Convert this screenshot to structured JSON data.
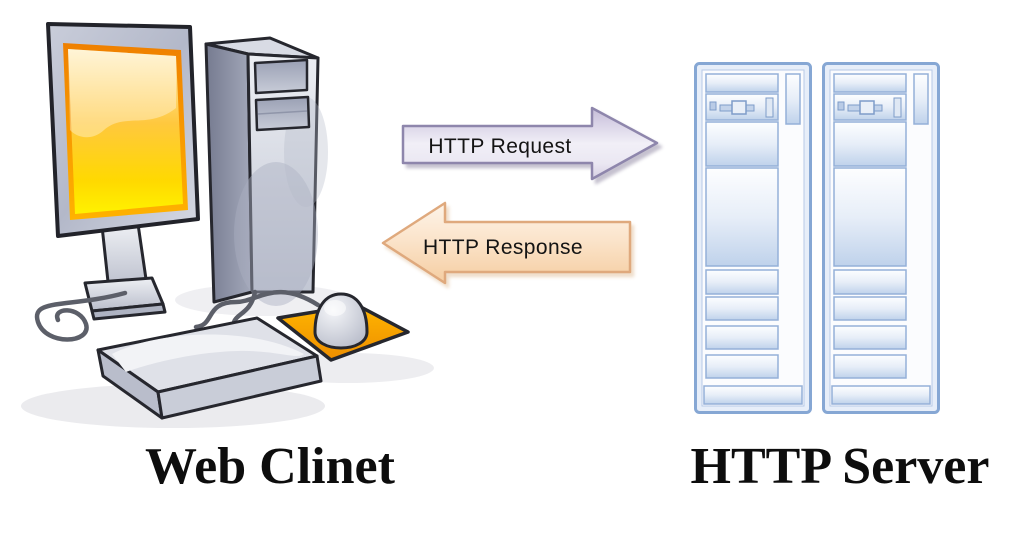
{
  "diagram": {
    "arrows": {
      "request": {
        "label": "HTTP Request",
        "direction": "right",
        "fill_light": "#f1eff7",
        "fill_dark": "#c6bdd7",
        "border": "#8e86ac"
      },
      "response": {
        "label": "HTTP Response",
        "direction": "left",
        "fill_light": "#fdf4e9",
        "fill_dark": "#f5cda1",
        "border": "#dfa97d"
      }
    },
    "captions": {
      "client": "Web Clinet",
      "server": "HTTP Server"
    },
    "figures": {
      "client": {
        "icon": "desktop-computer",
        "screen_top_color": "#ffc63e",
        "screen_bottom_color": "#ffe800",
        "mousepad_color": "#ffaa00",
        "case_color": "#c6cad6",
        "outline_color": "#26272e"
      },
      "server": {
        "icon": "server-rack-towers",
        "tower_count": 2,
        "outline_color": "#86a7d4",
        "panel_color": "#bfd2eb"
      }
    }
  }
}
